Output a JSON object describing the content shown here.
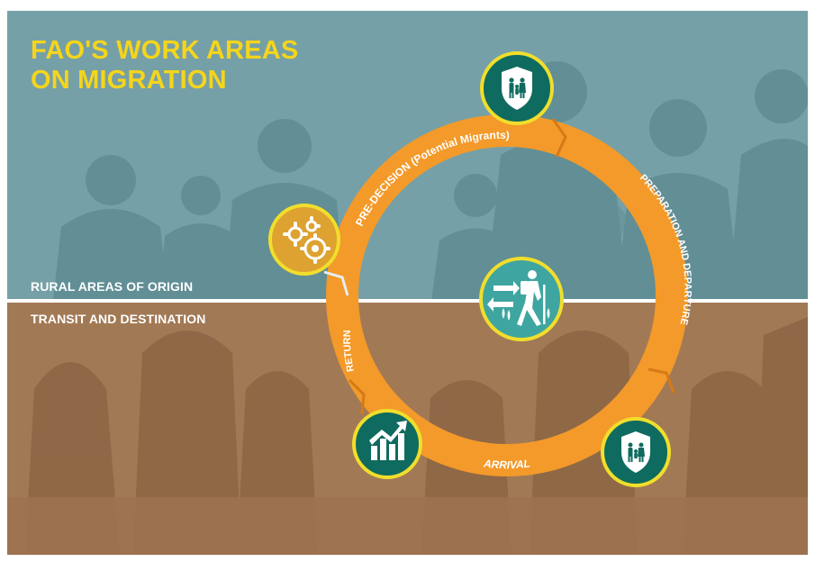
{
  "title": {
    "line1": "FAO'S WORK AREAS",
    "line2": "ON MIGRATION"
  },
  "zones": {
    "origin": "RURAL AREAS OF ORIGIN",
    "transit": "TRANSIT AND DESTINATION"
  },
  "cycle": {
    "pre_decision": "PRE-DECISION (Potential Migrants)",
    "preparation": "PREPARATION AND DEPARTURE",
    "arrival": "ARRIVAL",
    "return": "RETURN"
  },
  "icons": {
    "top": "shield-family-icon",
    "left": "gears-icon",
    "center": "migrant-hiker-icon",
    "bottom_left": "growth-chart-icon",
    "bottom_right": "shield-family-icon"
  },
  "colors": {
    "title": "#f5d51c",
    "sky": "#76a0a7",
    "ground": "#a27955",
    "cycle_arrow": "#f39a2a",
    "icon_teal": "#0f6b5f",
    "icon_ring": "#f1de2c",
    "gears_bg": "#dea230",
    "center_bg": "#3fa5a0"
  }
}
